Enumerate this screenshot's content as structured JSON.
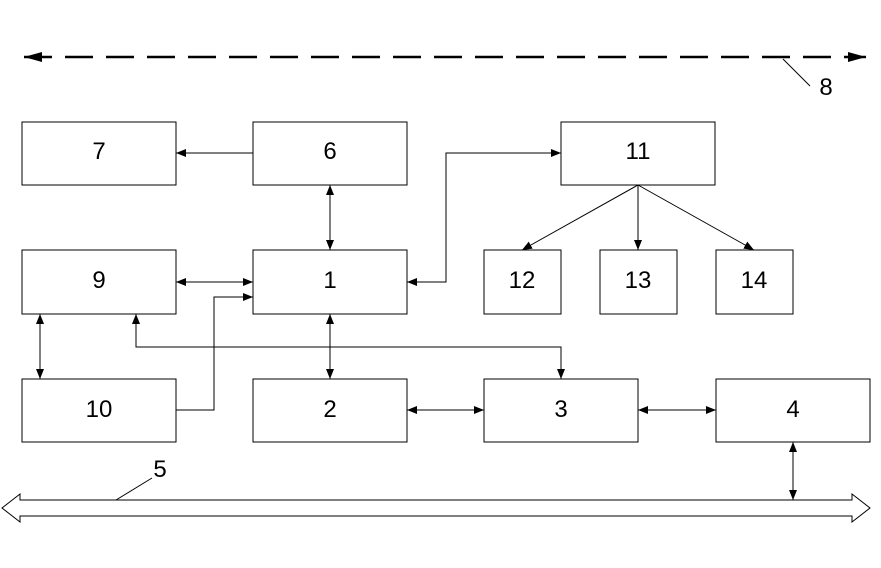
{
  "diagram": {
    "blocks": [
      {
        "id": "b1",
        "label": "1"
      },
      {
        "id": "b2",
        "label": "2"
      },
      {
        "id": "b3",
        "label": "3"
      },
      {
        "id": "b4",
        "label": "4"
      },
      {
        "id": "b6",
        "label": "6"
      },
      {
        "id": "b7",
        "label": "7"
      },
      {
        "id": "b9",
        "label": "9"
      },
      {
        "id": "b10",
        "label": "10"
      },
      {
        "id": "b11",
        "label": "11"
      },
      {
        "id": "b12",
        "label": "12"
      },
      {
        "id": "b13",
        "label": "13"
      },
      {
        "id": "b14",
        "label": "14"
      }
    ],
    "callouts": {
      "bus_label": "5",
      "dashed_line_label": "8"
    },
    "connections": [
      {
        "from": "6",
        "to": "7",
        "direction": "one-way"
      },
      {
        "from": "6",
        "to": "1",
        "direction": "two-way"
      },
      {
        "from": "1",
        "to": "11",
        "direction": "one-way"
      },
      {
        "from": "11",
        "to": "1",
        "direction": "one-way"
      },
      {
        "from": "11",
        "to": "12",
        "direction": "one-way"
      },
      {
        "from": "11",
        "to": "13",
        "direction": "one-way"
      },
      {
        "from": "11",
        "to": "14",
        "direction": "one-way"
      },
      {
        "from": "9",
        "to": "1",
        "direction": "two-way"
      },
      {
        "from": "9",
        "to": "10",
        "direction": "two-way"
      },
      {
        "from": "10",
        "to": "1",
        "direction": "one-way"
      },
      {
        "from": "1",
        "to": "2",
        "direction": "two-way"
      },
      {
        "from": "9",
        "to": "3",
        "direction": "two-way"
      },
      {
        "from": "2",
        "to": "3",
        "direction": "two-way"
      },
      {
        "from": "3",
        "to": "4",
        "direction": "two-way"
      },
      {
        "from": "4",
        "to": "5",
        "direction": "two-way"
      }
    ]
  }
}
